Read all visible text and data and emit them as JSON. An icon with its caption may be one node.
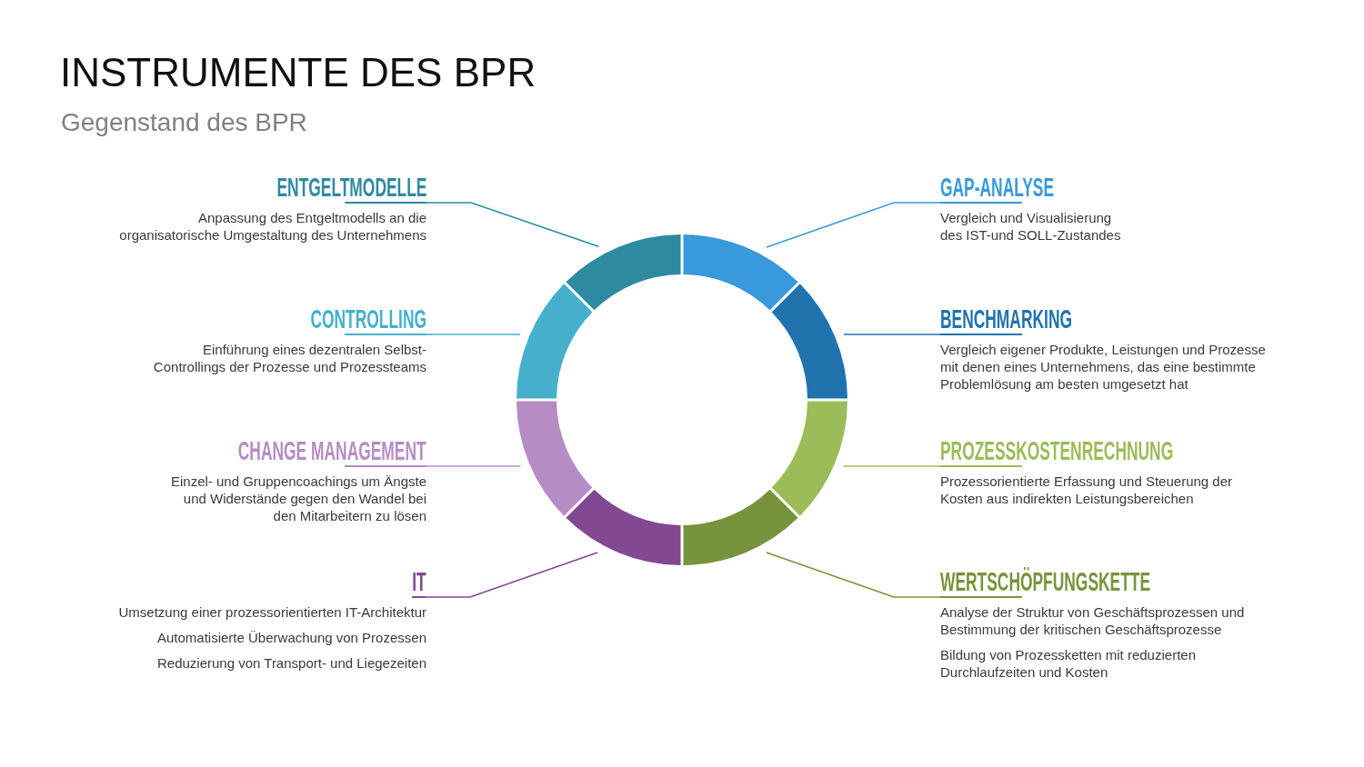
{
  "diagram": {
    "title": "INSTRUMENTE DES BPR",
    "nodes": [
      {
        "text": [
          "ENTGELTMODELLE",
          "Anpassung des Entgeltmodells an die organisatorische Umgestaltung des Unternehmens"
        ]
      },
      {
        "text": [
          "GAP-ANALYSE",
          "Vergleich und Visualisierung des IST-und SOLL-Zustandes"
        ]
      },
      {
        "text": [
          "CONTROLLING",
          "Einführung eines dezentralen Selbst-Controllings der Prozesse und Prozessteams"
        ]
      },
      {
        "text": [
          "BENCHMARKING",
          "Vergleich eigener Produkte, Leistungen und Prozesse mit denen eines Unternehmens, das eine bestimmte Problemlösung am besten umgesetzt hat"
        ]
      },
      {
        "text": [
          "CHANGE MANAGEMENT",
          "Einzel- und Gruppencoachings um Ängste und Widerstände gegen den Wandel bei den Mitarbeitern zu lösen"
        ]
      },
      {
        "text": [
          "PROZESSKOSTENRECHNUNG",
          "Prozessorientierte Erfassung und Steuerung der Kosten aus indirekten Leistungsbereichen"
        ]
      },
      {
        "text": [
          "IT",
          "Umsetzung einer prozessorientierten IT-Architektur",
          "Automatisierte Überwachung von Prozessen",
          "Reduzierung von Transport- und Liegezeiten"
        ]
      },
      {
        "text": [
          "WERTSCHÖPFUNGSKETTE",
          "Analyse der Struktur von Geschäftsprozessen und Bestimmung der kritischen Geschäftsprozesse",
          "Bildung von Prozessketten mit reduzierten Durchlaufzeiten und Kosten"
        ]
      },
      {
        "text": [],
        "shape": "arc"
      },
      {
        "text": [],
        "shape": "arc"
      },
      {
        "text": [],
        "shape": "arc"
      },
      {
        "text": [],
        "shape": "arc"
      },
      {
        "text": [],
        "shape": "arc"
      },
      {
        "text": [],
        "shape": "arc"
      },
      {
        "text": [],
        "shape": "arc"
      },
      {
        "text": [],
        "shape": "arc"
      }
    ],
    "edges": [
      {
        "from": 0,
        "to": 8,
        "arrow": "none",
        "color": "#2e8aa0"
      },
      {
        "from": 1,
        "to": 9,
        "arrow": "none",
        "color": "#3899db"
      },
      {
        "from": 2,
        "to": 10,
        "arrow": "none",
        "color": "#46b0cb"
      },
      {
        "from": 3,
        "to": 11,
        "arrow": "none",
        "color": "#2173ad"
      },
      {
        "from": 4,
        "to": 12,
        "arrow": "none",
        "color": "#b68cc5"
      },
      {
        "from": 5,
        "to": 13,
        "arrow": "none",
        "color": "#9cbb59"
      },
      {
        "from": 6,
        "to": 14,
        "arrow": "none",
        "color": "#824891"
      },
      {
        "from": 7,
        "to": 15,
        "arrow": "none",
        "color": "#77933c"
      }
    ],
    "labels": [
      "Gegenstand des BPR"
    ]
  }
}
